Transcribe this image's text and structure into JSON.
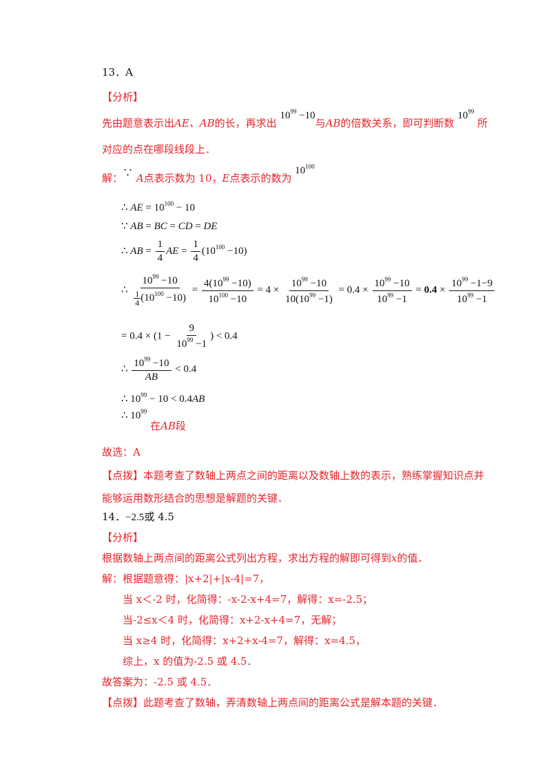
{
  "q13": {
    "answer_label": "13．A",
    "analysis_title": "【分析】",
    "analysis_a": "先由题意表示出",
    "analysis_seg": "AE、AB",
    "analysis_b": "的长，再求出",
    "analysis_c": "与",
    "analysis_d": "AB",
    "analysis_e": "的倍数关系，即可判断数",
    "analysis_f": "所",
    "analysis_line2": "对应的点在哪段线段上．",
    "sol_prefix": "解：",
    "because_sym": "∵",
    "sol_a": "A",
    "sol_b": "点表示数为 10，",
    "sol_c": "E",
    "sol_d": "点表示的数为",
    "step7_tail": "在",
    "step7_ab": "AB",
    "step7_end": "段",
    "choose": "故选：A",
    "comment": "【点拨】本题考查了数轴上两点之间的距离以及数轴上数的表示，熟练掌握知识点并",
    "comment2": "能够运用数形结合的思想是解题的关键．"
  },
  "q14": {
    "answer_label": "14．",
    "answer_val": "−2.5",
    "answer_or": "或 4.5",
    "analysis_title": "【分析】",
    "analysis_a": "根据数轴上两点间的距离公式列出方程，求出方程的解即可得到",
    "analysis_x": "x",
    "analysis_b": "的值．",
    "sol_intro": "解：根据题意得：|x+2|+|x-4|=7，",
    "case1": "当 x＜-2 时，化简得：-x-2-x+4=7，解得：x=-2.5；",
    "case2": "当-2≤x＜4 时，化简得：x+2-x+4=7，无解；",
    "case3": "当 x≥4 时，化简得：x+2+x-4=7，解得：x=4.5，",
    "summary": "综上，x 的值为-2.5 或 4.5．",
    "final": "故答案为：-2.5 或 4.5．",
    "comment": "【点拨】此题考查了数轴，弄清数轴上两点间的距离公式是解本题的关键．"
  }
}
